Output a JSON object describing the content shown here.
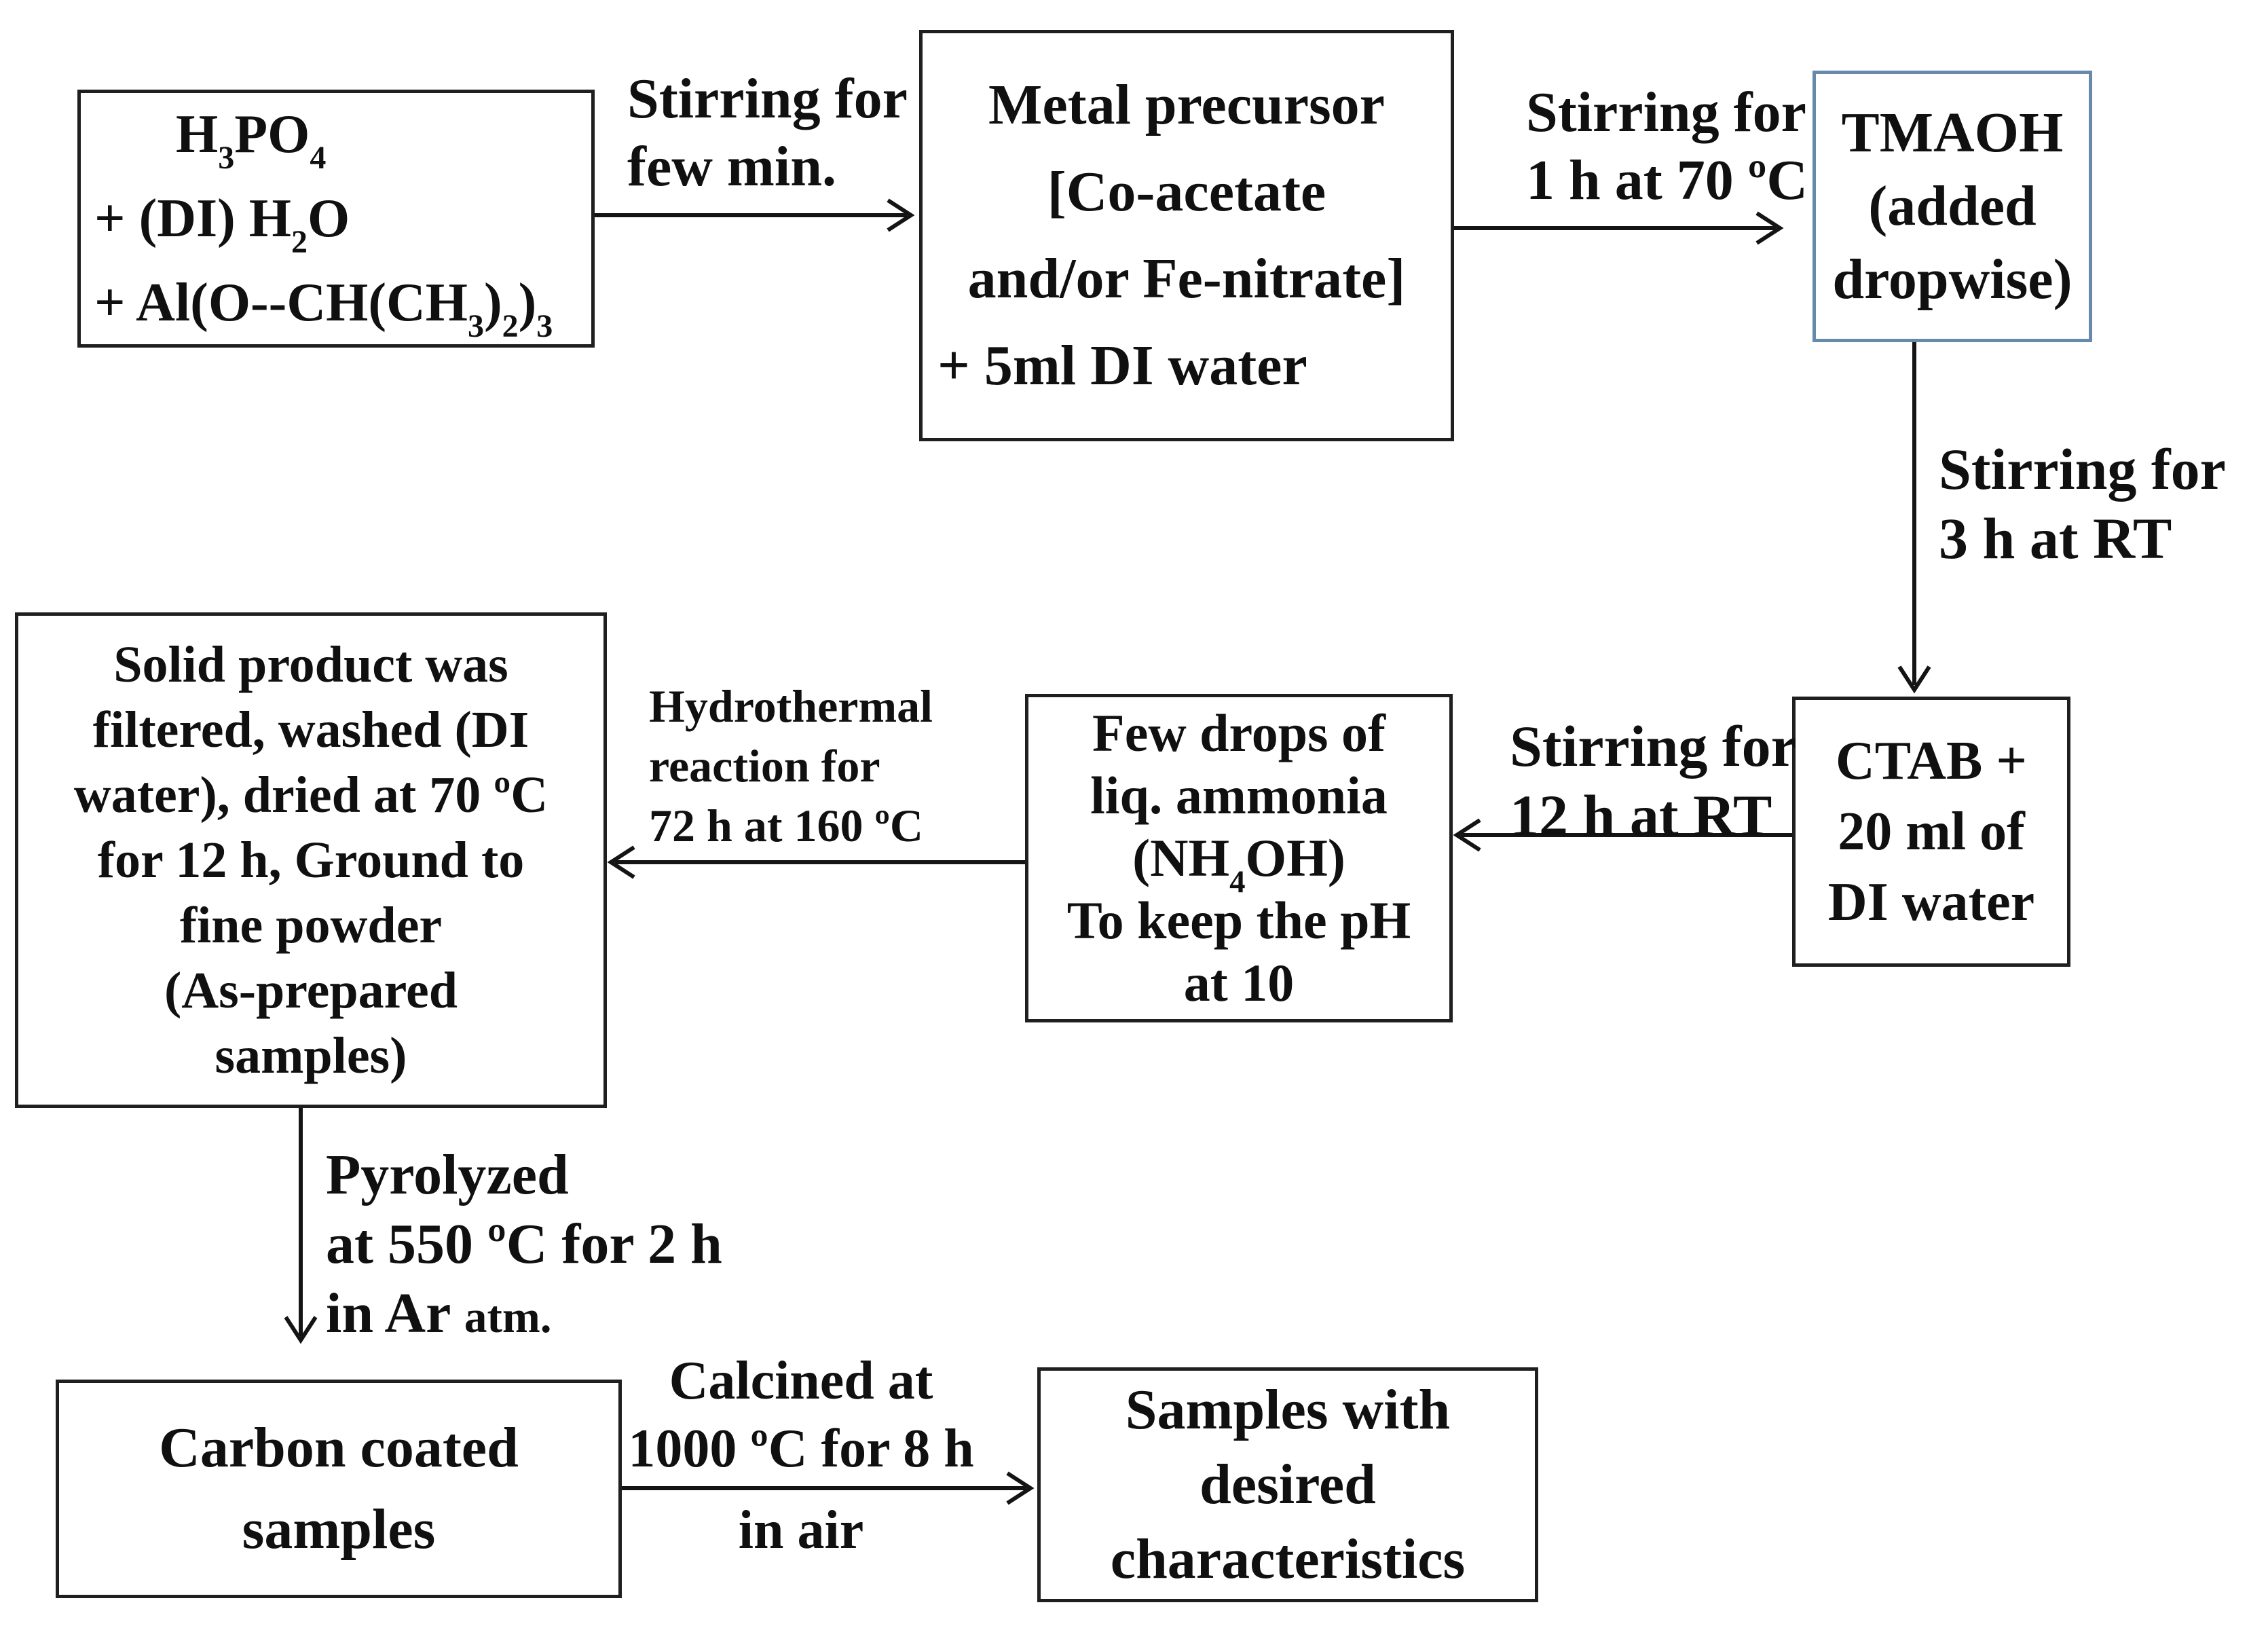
{
  "figure": {
    "background_color": "#ffffff",
    "line_color": "#141414",
    "text_color": "#101010",
    "box_border_color": "#1f1f1f",
    "highlight_border_color": "#6889ab"
  },
  "boxes": {
    "reagents": {
      "lines": [
        [
          {
            "t": "H"
          },
          {
            "t": "3",
            "s": true
          },
          {
            "t": "PO"
          },
          {
            "t": "4",
            "s": true
          }
        ],
        [
          {
            "t": "+ (DI) H"
          },
          {
            "t": "2",
            "s": true
          },
          {
            "t": "O"
          }
        ],
        [
          {
            "t": "+ Al(O--CH(CH"
          },
          {
            "t": "3",
            "s": true
          },
          {
            "t": ")"
          },
          {
            "t": "2",
            "s": true
          },
          {
            "t": ")"
          },
          {
            "t": "3",
            "s": true
          }
        ]
      ]
    },
    "metal_precursor": {
      "lines": [
        "Metal precursor",
        "[Co-acetate",
        "and/or Fe-nitrate]",
        "+ 5ml DI water"
      ]
    },
    "tmaoh": {
      "lines": [
        "TMAOH",
        "(added",
        "dropwise)"
      ]
    },
    "ctab": {
      "lines": [
        "CTAB +",
        "20 ml of",
        "DI water"
      ]
    },
    "ammonia": {
      "lines": [
        "Few drops of",
        "liq. ammonia",
        [
          {
            "t": "(NH"
          },
          {
            "t": "4",
            "s": true
          },
          {
            "t": "OH)"
          }
        ],
        "To keep the pH",
        "at 10"
      ]
    },
    "solid_product": {
      "lines": [
        "Solid product was",
        "filtered, washed (DI",
        "water), dried at 70 ºC",
        "for 12 h, Ground to",
        "fine powder",
        "(As-prepared",
        "samples)"
      ]
    },
    "carbon_coated": {
      "lines": [
        "Carbon coated",
        "samples"
      ]
    },
    "final_samples": {
      "lines": [
        "Samples with",
        "desired",
        "characteristics"
      ]
    }
  },
  "arrow_labels": {
    "stir_few_min": {
      "lines": [
        "Stirring for",
        "few min."
      ]
    },
    "stir_1h_70c": {
      "lines": [
        "Stirring for",
        "1 h at 70 ºC"
      ]
    },
    "stir_3h_rt": {
      "lines": [
        "Stirring for",
        "3 h at RT"
      ]
    },
    "stir_12h_rt": {
      "lines": [
        "Stirring for",
        "12 h at RT"
      ]
    },
    "hydrothermal": {
      "lines": [
        "Hydrothermal",
        "reaction for",
        "72 h at 160 ºC"
      ]
    },
    "pyrolysis": {
      "lines": [
        "Pyrolyzed",
        "at 550 ºC for 2 h",
        [
          {
            "t": "in Ar "
          },
          {
            "t": "atm.",
            "sm": true
          }
        ]
      ]
    },
    "calcination_above": {
      "lines": [
        "Calcined at",
        "1000 ºC for 8 h"
      ]
    },
    "calcination_below": {
      "lines": [
        "in air"
      ]
    }
  }
}
